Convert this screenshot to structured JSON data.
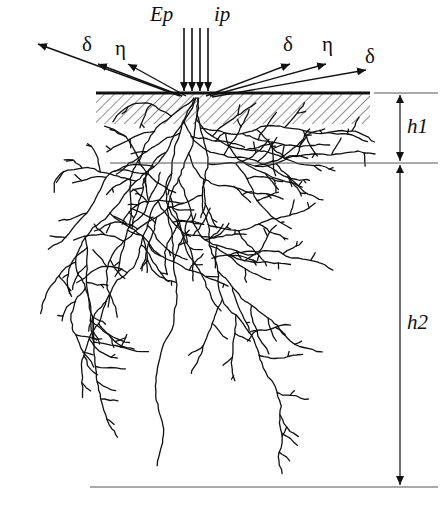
{
  "diagram": {
    "labels": [
      "Ep",
      "ip",
      "δ",
      "η",
      "δ",
      "η",
      "δ",
      "h1",
      "h2"
    ]
  }
}
